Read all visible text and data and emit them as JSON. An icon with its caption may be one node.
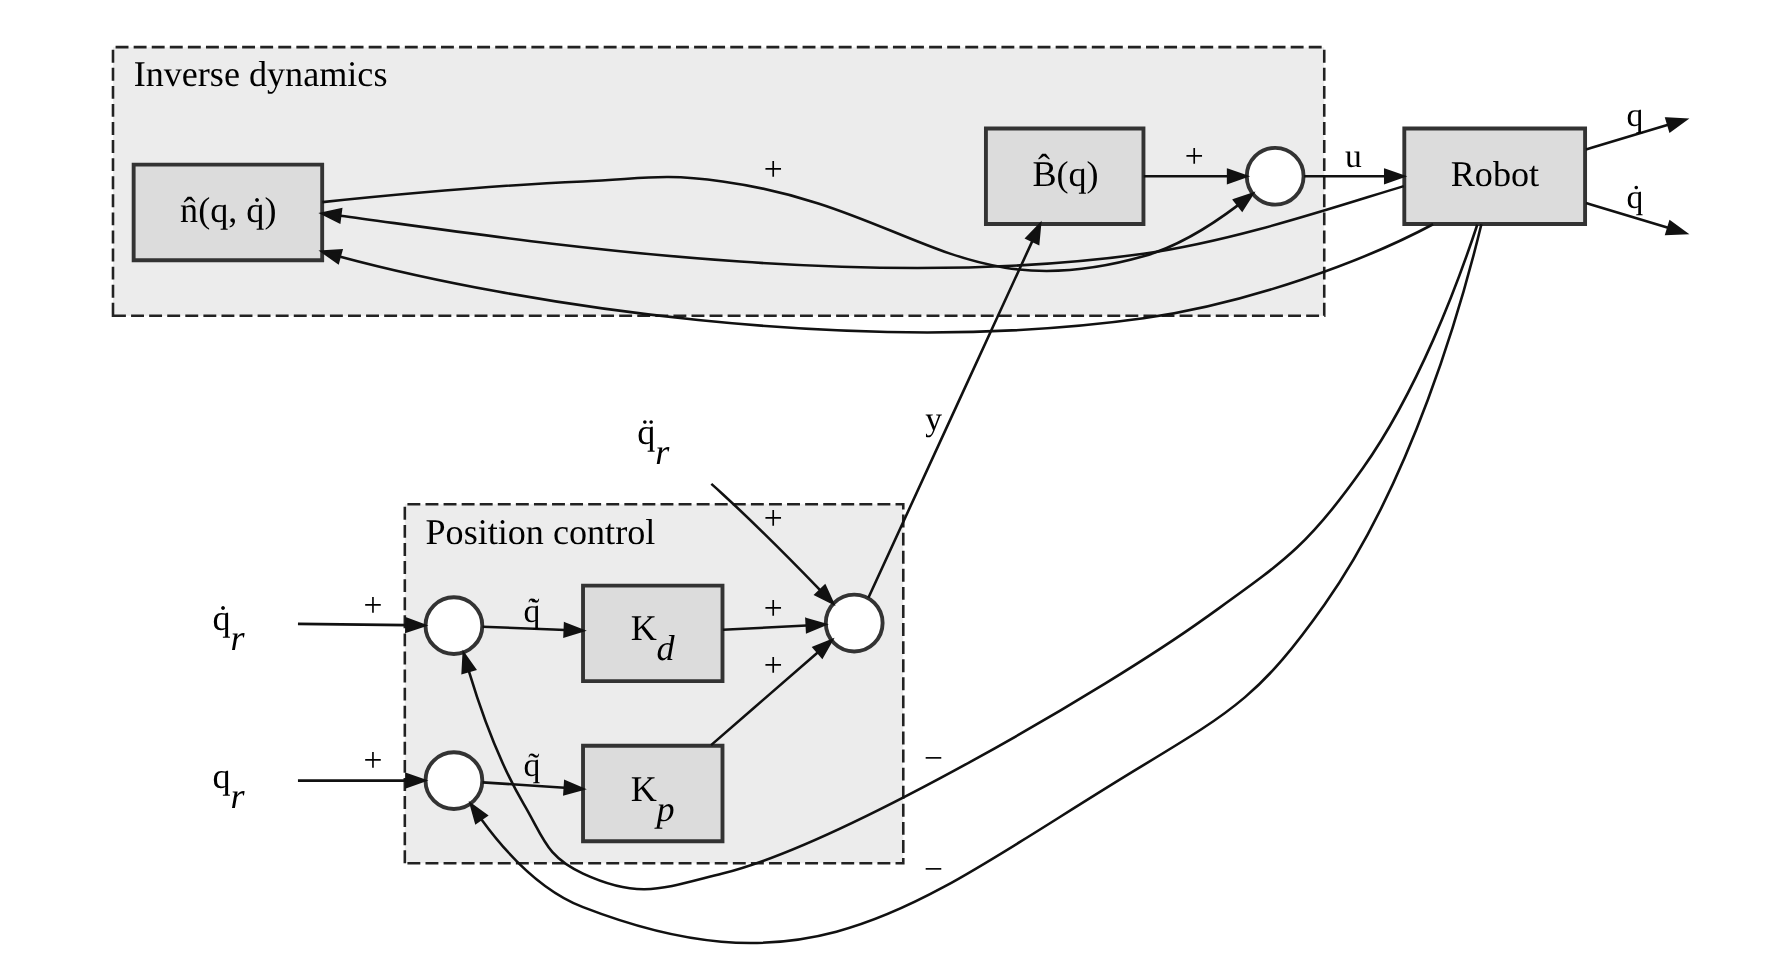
{
  "diagram": {
    "nodes": [
      {
        "text": [
          "Position control"
        ]
      },
      {
        "text": [
          "q̈$_{r}$"
        ]
      },
      {
        "text": [
          "q̇$_{r}$"
        ]
      },
      {
        "text": [
          "q$_{r}$"
        ]
      },
      {
        "text": [],
        "shape": "circle",
        "in": 0
      },
      {
        "text": [],
        "shape": "circle",
        "in": 0
      },
      {
        "text": [
          "K$_{d}$"
        ],
        "in": 0
      },
      {
        "text": [
          "K$_{p}$"
        ],
        "in": 0
      },
      {
        "text": [],
        "shape": "circle",
        "in": 0
      },
      {
        "text": [
          "Inverse dynamics"
        ]
      },
      {
        "text": [
          "B̂(q)"
        ],
        "in": 9
      },
      {
        "text": [],
        "shape": "circle",
        "in": 9
      },
      {
        "text": [
          "n̂(q, q̇)"
        ],
        "in": 9
      },
      {
        "text": [
          "Robot"
        ]
      }
    ],
    "edges": [
      {
        "from": 1,
        "to": 8,
        "arrow": "to",
        "label": "+"
      },
      {
        "from": 2,
        "to": 4,
        "arrow": "to",
        "label": "+"
      },
      {
        "from": 4,
        "to": 6,
        "arrow": "to",
        "label": "q̃̇"
      },
      {
        "from": 6,
        "to": 8,
        "arrow": "to",
        "label": "+"
      },
      {
        "from": 3,
        "to": 5,
        "arrow": "to",
        "label": "+"
      },
      {
        "from": 5,
        "to": 7,
        "arrow": "to",
        "label": "q̃"
      },
      {
        "from": 7,
        "to": 8,
        "arrow": "to",
        "label": "+"
      },
      {
        "from": 8,
        "to": 10,
        "arrow": "to",
        "label": "y"
      },
      {
        "from": 10,
        "to": 11,
        "arrow": "to",
        "label": "+"
      },
      {
        "from": 11,
        "to": 13,
        "arrow": "to",
        "label": "u"
      },
      {
        "from": 12,
        "to": 11,
        "arrow": "to",
        "label": "+"
      },
      {
        "from": 13,
        "to": null,
        "arrow": "to",
        "label": "q"
      },
      {
        "from": 13,
        "to": null,
        "arrow": "to",
        "label": "q̇"
      },
      {
        "from": 13,
        "to": 12,
        "arrow": "to"
      },
      {
        "from": 13,
        "to": 12,
        "arrow": "to"
      },
      {
        "from": 13,
        "to": 4,
        "arrow": "to",
        "label": "−"
      },
      {
        "from": 13,
        "to": 5,
        "arrow": "to",
        "label": "−"
      }
    ]
  }
}
